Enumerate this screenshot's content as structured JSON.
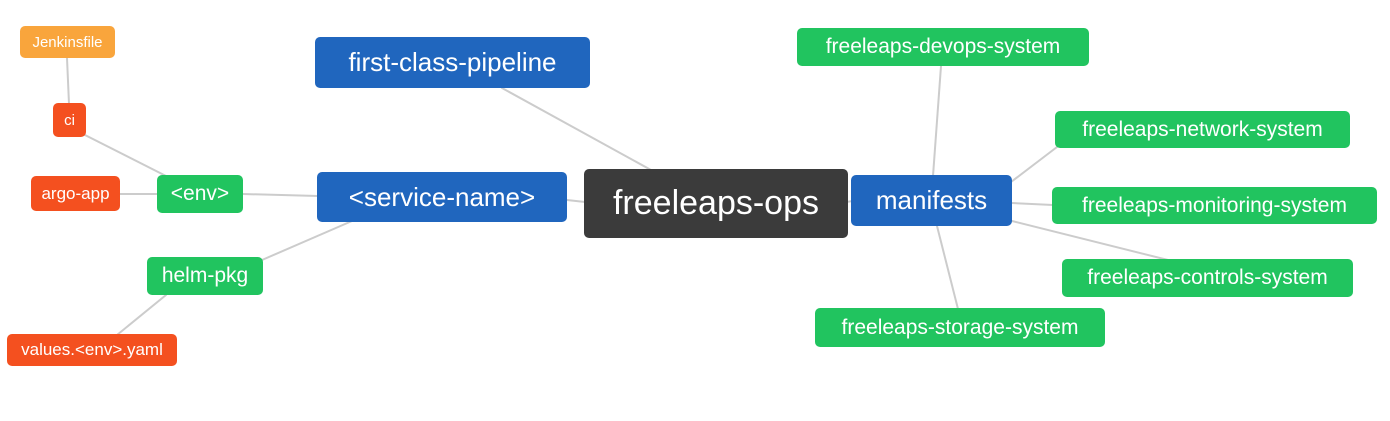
{
  "diagram": {
    "palette": {
      "blue": "#2066be",
      "green": "#21c45f",
      "orange": "#f9a53c",
      "red": "#f4501f",
      "dark": "#3b3b3b",
      "edge": "#cccccc",
      "background": "#ffffff",
      "text": "#ffffff"
    },
    "nodes": [
      {
        "id": "jenkinsfile",
        "label": "Jenkinsfile",
        "color": "orange"
      },
      {
        "id": "ci",
        "label": "ci",
        "color": "red"
      },
      {
        "id": "argo-app",
        "label": "argo-app",
        "color": "red"
      },
      {
        "id": "env",
        "label": "<env>",
        "color": "green"
      },
      {
        "id": "helm-pkg",
        "label": "helm-pkg",
        "color": "green"
      },
      {
        "id": "values-env-yaml",
        "label": "values.<env>.yaml",
        "color": "red"
      },
      {
        "id": "first-class-pipeline",
        "label": "first-class-pipeline",
        "color": "blue"
      },
      {
        "id": "service-name",
        "label": "<service-name>",
        "color": "blue"
      },
      {
        "id": "freeleaps-ops",
        "label": "freeleaps-ops",
        "color": "dark"
      },
      {
        "id": "manifests",
        "label": "manifests",
        "color": "blue"
      },
      {
        "id": "devops-system",
        "label": "freeleaps-devops-system",
        "color": "green"
      },
      {
        "id": "network-system",
        "label": "freeleaps-network-system",
        "color": "green"
      },
      {
        "id": "monitoring-system",
        "label": "freeleaps-monitoring-system",
        "color": "green"
      },
      {
        "id": "controls-system",
        "label": "freeleaps-controls-system",
        "color": "green"
      },
      {
        "id": "storage-system",
        "label": "freeleaps-storage-system",
        "color": "green"
      }
    ],
    "edges": [
      {
        "from": "jenkinsfile",
        "to": "ci"
      },
      {
        "from": "ci",
        "to": "env"
      },
      {
        "from": "argo-app",
        "to": "env"
      },
      {
        "from": "env",
        "to": "service-name"
      },
      {
        "from": "service-name",
        "to": "helm-pkg"
      },
      {
        "from": "helm-pkg",
        "to": "values-env-yaml"
      },
      {
        "from": "first-class-pipeline",
        "to": "freeleaps-ops"
      },
      {
        "from": "service-name",
        "to": "freeleaps-ops"
      },
      {
        "from": "freeleaps-ops",
        "to": "manifests"
      },
      {
        "from": "devops-system",
        "to": "manifests"
      },
      {
        "from": "manifests",
        "to": "network-system"
      },
      {
        "from": "manifests",
        "to": "monitoring-system"
      },
      {
        "from": "manifests",
        "to": "controls-system"
      },
      {
        "from": "manifests",
        "to": "storage-system"
      }
    ]
  }
}
